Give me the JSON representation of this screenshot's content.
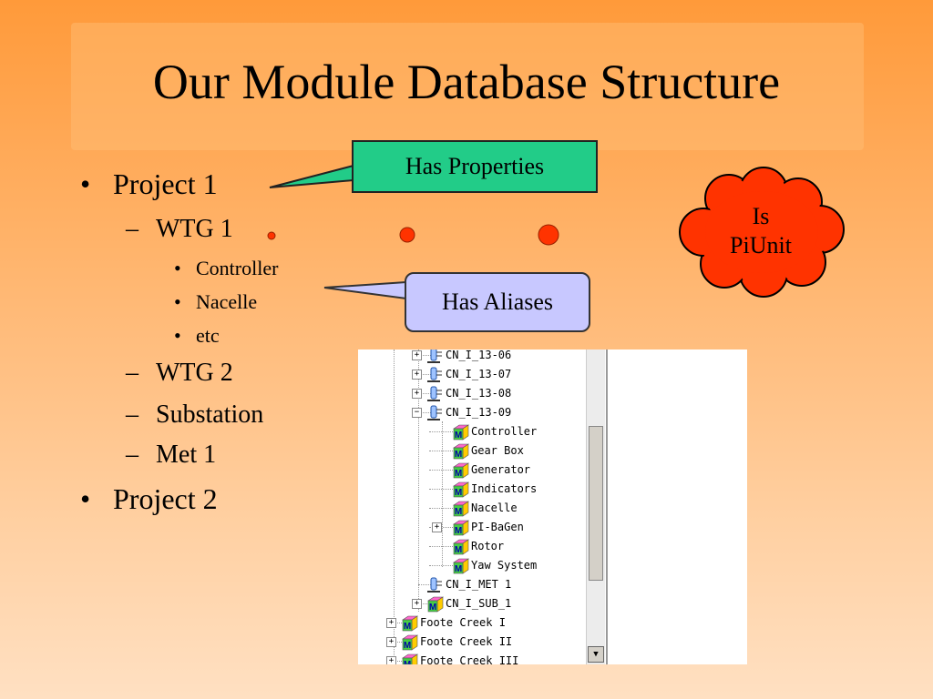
{
  "slide": {
    "title": "Our Module Database Structure"
  },
  "bullets": {
    "project1": "Project 1",
    "wtg1": "WTG 1",
    "controller": "Controller",
    "nacelle": "Nacelle",
    "etc": "etc",
    "wtg2": "WTG 2",
    "substation": "Substation",
    "met1": "Met 1",
    "project2": "Project 2",
    "l1_marker": "•",
    "l2_marker": "–",
    "l3_marker": "•"
  },
  "callouts": {
    "properties": "Has Properties",
    "aliases": "Has Aliases",
    "piunit_line1": "Is",
    "piunit_line2": "PiUnit",
    "colors": {
      "properties_bg": "#22cc88",
      "aliases_bg": "#c8c8ff",
      "cloud_fill": "#ff3300",
      "dots": "#ff3300"
    }
  },
  "tree": {
    "rows": [
      {
        "label": "CN_I_13-06",
        "icon": "pi-unit-icon",
        "expander": "+"
      },
      {
        "label": "CN_I_13-07",
        "icon": "pi-unit-icon",
        "expander": "+"
      },
      {
        "label": "CN_I_13-08",
        "icon": "pi-unit-icon",
        "expander": "+"
      },
      {
        "label": "CN_I_13-09",
        "icon": "pi-unit-icon",
        "expander": "−"
      },
      {
        "label": "Controller",
        "icon": "module-icon",
        "expander": ""
      },
      {
        "label": "Gear Box",
        "icon": "module-icon",
        "expander": ""
      },
      {
        "label": "Generator",
        "icon": "module-icon",
        "expander": ""
      },
      {
        "label": "Indicators",
        "icon": "module-icon",
        "expander": ""
      },
      {
        "label": "Nacelle",
        "icon": "module-icon",
        "expander": ""
      },
      {
        "label": "PI-BaGen",
        "icon": "module-icon",
        "expander": "+"
      },
      {
        "label": "Rotor",
        "icon": "module-icon",
        "expander": ""
      },
      {
        "label": "Yaw System",
        "icon": "module-icon",
        "expander": ""
      },
      {
        "label": "CN_I_MET 1",
        "icon": "pi-unit-icon",
        "expander": ""
      },
      {
        "label": "CN_I_SUB_1",
        "icon": "module-icon",
        "expander": "+"
      },
      {
        "label": "Foote Creek I",
        "icon": "module-icon",
        "expander": "+"
      },
      {
        "label": "Foote Creek II",
        "icon": "module-icon",
        "expander": "+"
      },
      {
        "label": "Foote Creek III",
        "icon": "module-icon",
        "expander": "+"
      }
    ],
    "scroll_down_arrow": "▼",
    "module_letter": "M"
  }
}
